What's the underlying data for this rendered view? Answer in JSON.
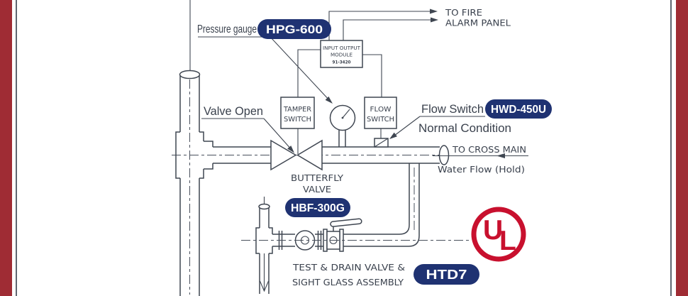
{
  "colors": {
    "badge": "#1f3272",
    "badge_text": "#ffffff",
    "ul_red": "#c8102e",
    "frame_red": "#9f2c34",
    "line": "#3f4651"
  },
  "labels": {
    "to_fire_line1": "TO FIRE",
    "to_fire_line2": "ALARM PANEL",
    "io_module_line1": "INPUT OUTPUT",
    "io_module_line2": "MODULE",
    "io_module_line3": "91-3420",
    "pressure_gauge": "Pressure gauge",
    "hpg_badge": "HPG-600",
    "tamper_line1": "TAMPER",
    "tamper_line2": "SWITCH",
    "flow_line1": "FLOW",
    "flow_line2": "SWITCH",
    "valve_open": "Valve Open",
    "flow_switch": "Flow Switch",
    "hwd_badge": "HWD-450U",
    "normal_condition": "Normal Condition",
    "to_cross_main": "TO CROSS MAIN",
    "water_flow": "Water Flow (Hold)",
    "butterfly_line1": "BUTTERFLY",
    "butterfly_line2": "VALVE",
    "hbf_badge": "HBF-300G",
    "test_drain_line1": "TEST & DRAIN VALVE &",
    "test_drain_line2": "SIGHT GLASS ASSEMBLY",
    "htd_badge": "HTD7",
    "ul_u": "U",
    "ul_l": "L"
  }
}
